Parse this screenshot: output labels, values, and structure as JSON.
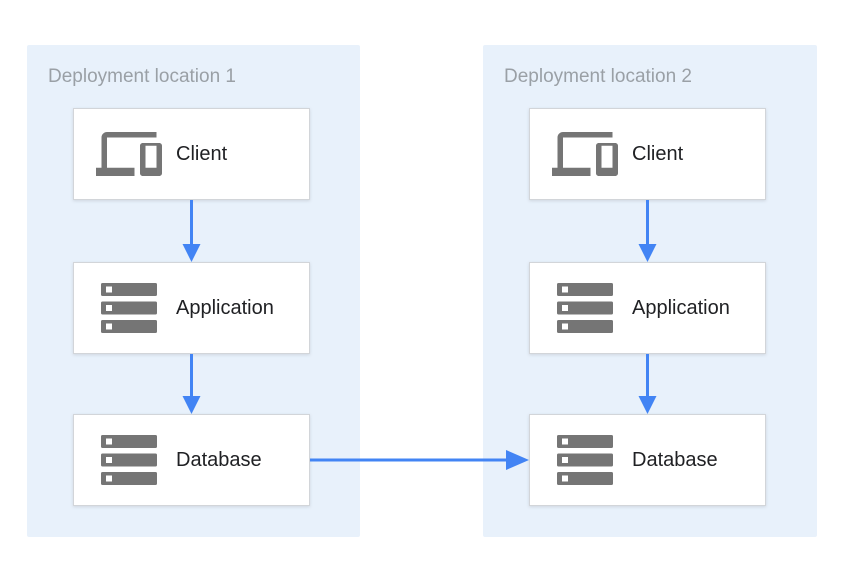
{
  "colors": {
    "container_bg": "#E8F1FB",
    "arrow_blue": "#4284F4",
    "icon_gray": "#757575",
    "title_gray": "#9AA0A6",
    "label_dark": "#202124",
    "box_border": "#D2D5D9"
  },
  "locations": [
    {
      "title": "Deployment location 1",
      "nodes": [
        {
          "label": "Client",
          "icon": "devices-icon"
        },
        {
          "label": "Application",
          "icon": "server-stack-icon"
        },
        {
          "label": "Database",
          "icon": "server-stack-icon"
        }
      ]
    },
    {
      "title": "Deployment location 2",
      "nodes": [
        {
          "label": "Client",
          "icon": "devices-icon"
        },
        {
          "label": "Application",
          "icon": "server-stack-icon"
        },
        {
          "label": "Database",
          "icon": "server-stack-icon"
        }
      ]
    }
  ],
  "connections": [
    {
      "from": "location-1-client",
      "to": "location-1-application",
      "direction": "down"
    },
    {
      "from": "location-1-application",
      "to": "location-1-database",
      "direction": "down"
    },
    {
      "from": "location-2-client",
      "to": "location-2-application",
      "direction": "down"
    },
    {
      "from": "location-2-application",
      "to": "location-2-database",
      "direction": "down"
    },
    {
      "from": "location-1-database",
      "to": "location-2-database",
      "direction": "right"
    }
  ]
}
